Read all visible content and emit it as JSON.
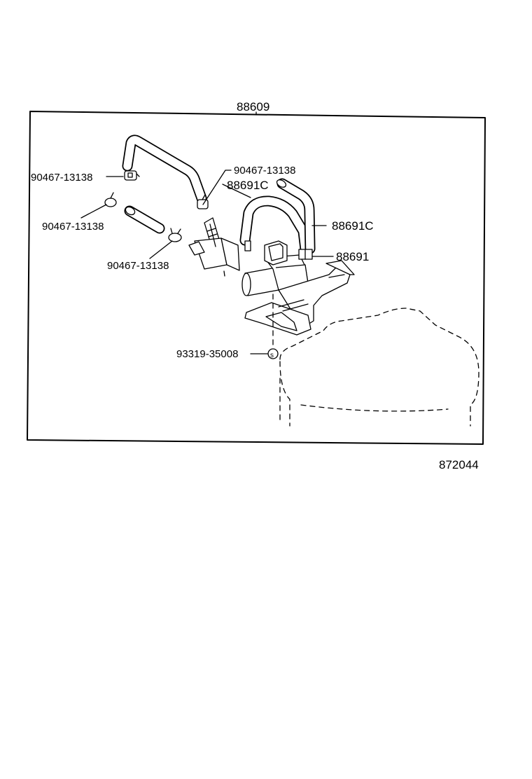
{
  "diagram": {
    "assembly_number": "88609",
    "figure_number": "872044",
    "labels": {
      "clamp_top_left": "90467-13138",
      "clamp_top_right": "90467-13138",
      "clamp_mid_left": "90467-13138",
      "clamp_lower": "90467-13138",
      "hose_inner": "88691C",
      "hose_outer": "88691C",
      "valve": "88691",
      "nut": "93319-35008"
    }
  }
}
